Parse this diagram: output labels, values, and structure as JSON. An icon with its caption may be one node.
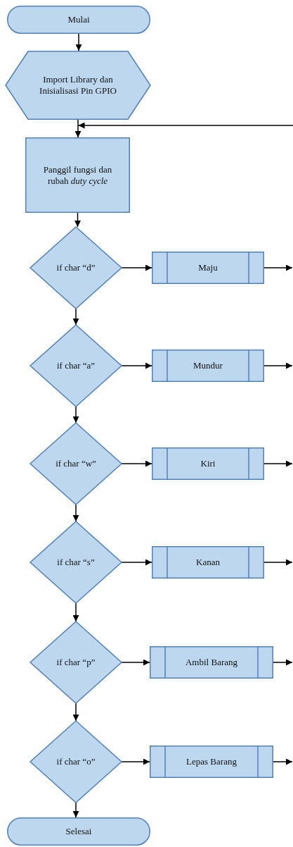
{
  "diagram": {
    "nodes": [
      {
        "text": [
          "Mulai"
        ]
      },
      {
        "text": [
          "Import Library dan Inisialisasi Pin GPIO"
        ]
      },
      {
        "text": [
          "Panggil fungsi dan rubah *duty cycle*"
        ]
      },
      {
        "text": [
          "if char “d”"
        ]
      },
      {
        "text": [
          "Maju"
        ]
      },
      {
        "text": [
          "if char “a”"
        ]
      },
      {
        "text": [
          "Mundur"
        ]
      },
      {
        "text": [
          "if char “w”"
        ]
      },
      {
        "text": [
          "Kiri"
        ]
      },
      {
        "text": [
          "if char “s”"
        ]
      },
      {
        "text": [
          "Kanan"
        ]
      },
      {
        "text": [
          "if char “p”"
        ]
      },
      {
        "text": [
          "Ambil Barang"
        ]
      },
      {
        "text": [
          "if char “o”"
        ]
      },
      {
        "text": [
          "Lepas Barang"
        ]
      },
      {
        "text": [
          "Selesai"
        ]
      }
    ],
    "edges": [
      {
        "from": 0,
        "to": 1,
        "arrow": "to"
      },
      {
        "from": 1,
        "to": 2,
        "arrow": "to"
      },
      {
        "from": null,
        "to": 2,
        "arrow": "to"
      },
      {
        "from": 2,
        "to": 3,
        "arrow": "to"
      },
      {
        "from": 3,
        "to": 4,
        "arrow": "to"
      },
      {
        "from": 4,
        "to": null,
        "arrow": "to"
      },
      {
        "from": 3,
        "to": 5,
        "arrow": "to"
      },
      {
        "from": 5,
        "to": 6,
        "arrow": "to"
      },
      {
        "from": 6,
        "to": null,
        "arrow": "to"
      },
      {
        "from": 5,
        "to": 7,
        "arrow": "to"
      },
      {
        "from": 7,
        "to": 8,
        "arrow": "to"
      },
      {
        "from": 8,
        "to": null,
        "arrow": "to"
      },
      {
        "from": 7,
        "to": 9,
        "arrow": "to"
      },
      {
        "from": 9,
        "to": 10,
        "arrow": "to"
      },
      {
        "from": 10,
        "to": null,
        "arrow": "to"
      },
      {
        "from": 9,
        "to": 11,
        "arrow": "to"
      },
      {
        "from": 11,
        "to": 12,
        "arrow": "to"
      },
      {
        "from": 12,
        "to": null,
        "arrow": "to"
      },
      {
        "from": 11,
        "to": 13,
        "arrow": "to"
      },
      {
        "from": 13,
        "to": 14,
        "arrow": "to"
      },
      {
        "from": 14,
        "to": null,
        "arrow": "to"
      },
      {
        "from": 13,
        "to": 15,
        "arrow": "to"
      }
    ]
  }
}
